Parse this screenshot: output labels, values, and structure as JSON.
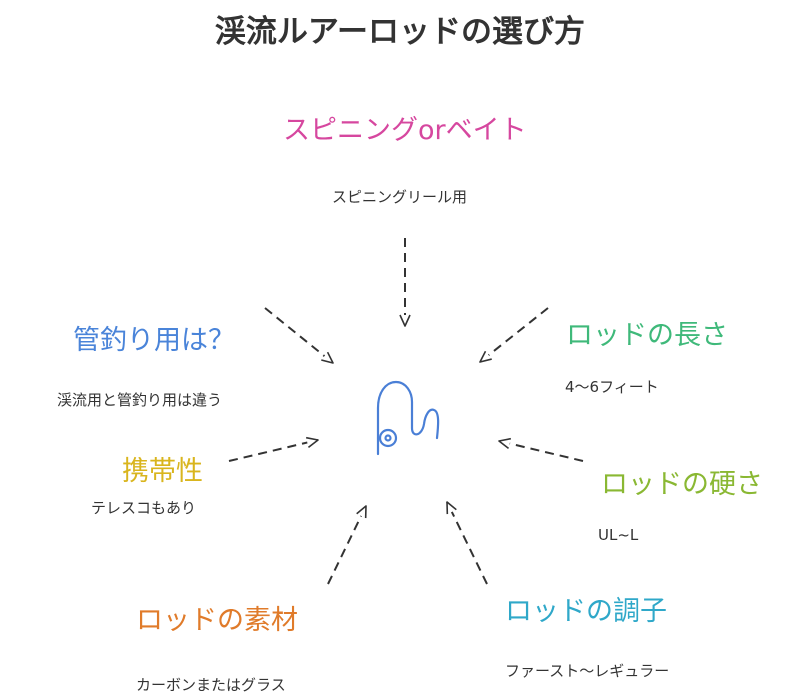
{
  "title": "渓流ルアーロッドの選び方",
  "center_icon": "fishing-rod-icon",
  "line_color": "#333333",
  "icon_color": "#4a7fd6",
  "nodes": [
    {
      "id": "spinning",
      "title": "スピニングorベイト",
      "desc": "スピニングリール用",
      "color": "#d6479f"
    },
    {
      "id": "length",
      "title": "ロッドの長さ",
      "desc": "4〜6フィート",
      "color": "#3fb97a"
    },
    {
      "id": "hardness",
      "title": "ロッドの硬さ",
      "desc": "UL~L",
      "color": "#8ab833"
    },
    {
      "id": "action",
      "title": "ロッドの調子",
      "desc": "ファースト〜レギュラー",
      "color": "#2fa8c9"
    },
    {
      "id": "material",
      "title": "ロッドの素材",
      "desc": "カーボンまたはグラス",
      "color": "#e07b2a"
    },
    {
      "id": "portability",
      "title": "携帯性",
      "desc": "テレスコもあり",
      "color": "#d9b51e"
    },
    {
      "id": "kanzuri",
      "title": "管釣り用は？",
      "desc": "渓流用と管釣り用は違う",
      "color": "#4a84d9"
    }
  ]
}
